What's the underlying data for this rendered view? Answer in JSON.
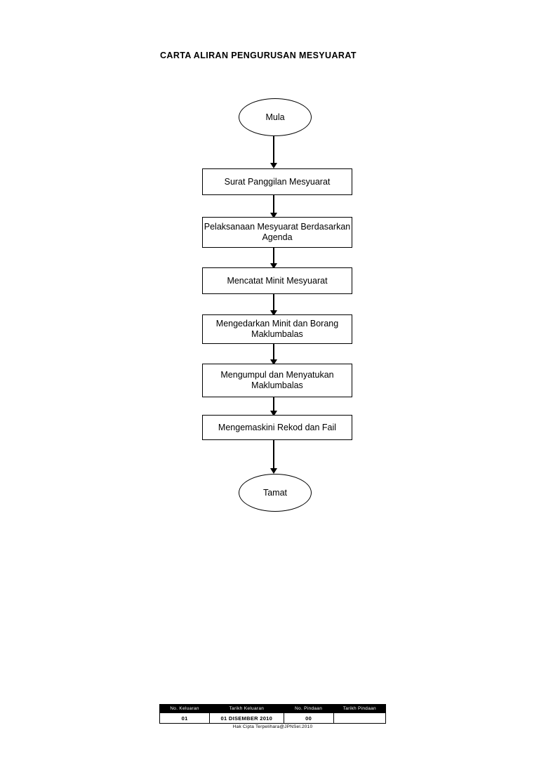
{
  "page": {
    "title": "CARTA ALIRAN PENGURUSAN MESYUARAT"
  },
  "flowchart": {
    "nodes": [
      {
        "id": "start",
        "type": "terminator",
        "label": "Mula"
      },
      {
        "id": "step1",
        "type": "process",
        "label": "Surat Panggilan Mesyuarat"
      },
      {
        "id": "step2",
        "type": "process",
        "label": "Pelaksanaan Mesyuarat Berdasarkan Agenda"
      },
      {
        "id": "step3",
        "type": "process",
        "label": "Mencatat Minit Mesyuarat"
      },
      {
        "id": "step4",
        "type": "process",
        "label": "Mengedarkan Minit dan Borang Maklumbalas"
      },
      {
        "id": "step5",
        "type": "process",
        "label": "Mengumpul dan Menyatukan Maklumbalas"
      },
      {
        "id": "step6",
        "type": "process",
        "label": "Mengemaskini Rekod dan Fail"
      },
      {
        "id": "end",
        "type": "terminator",
        "label": "Tamat"
      }
    ]
  },
  "footer": {
    "table": {
      "headers": [
        "No. Keluaran",
        "Tarikh Keluaran",
        "No. Pindaan",
        "Tarikh Pindaan"
      ],
      "rows": [
        [
          "01",
          "01 DISEMBER  2010",
          "00",
          ""
        ]
      ]
    },
    "copyright": "Hak Cipta Terpelihara@JPNSel.2010"
  }
}
